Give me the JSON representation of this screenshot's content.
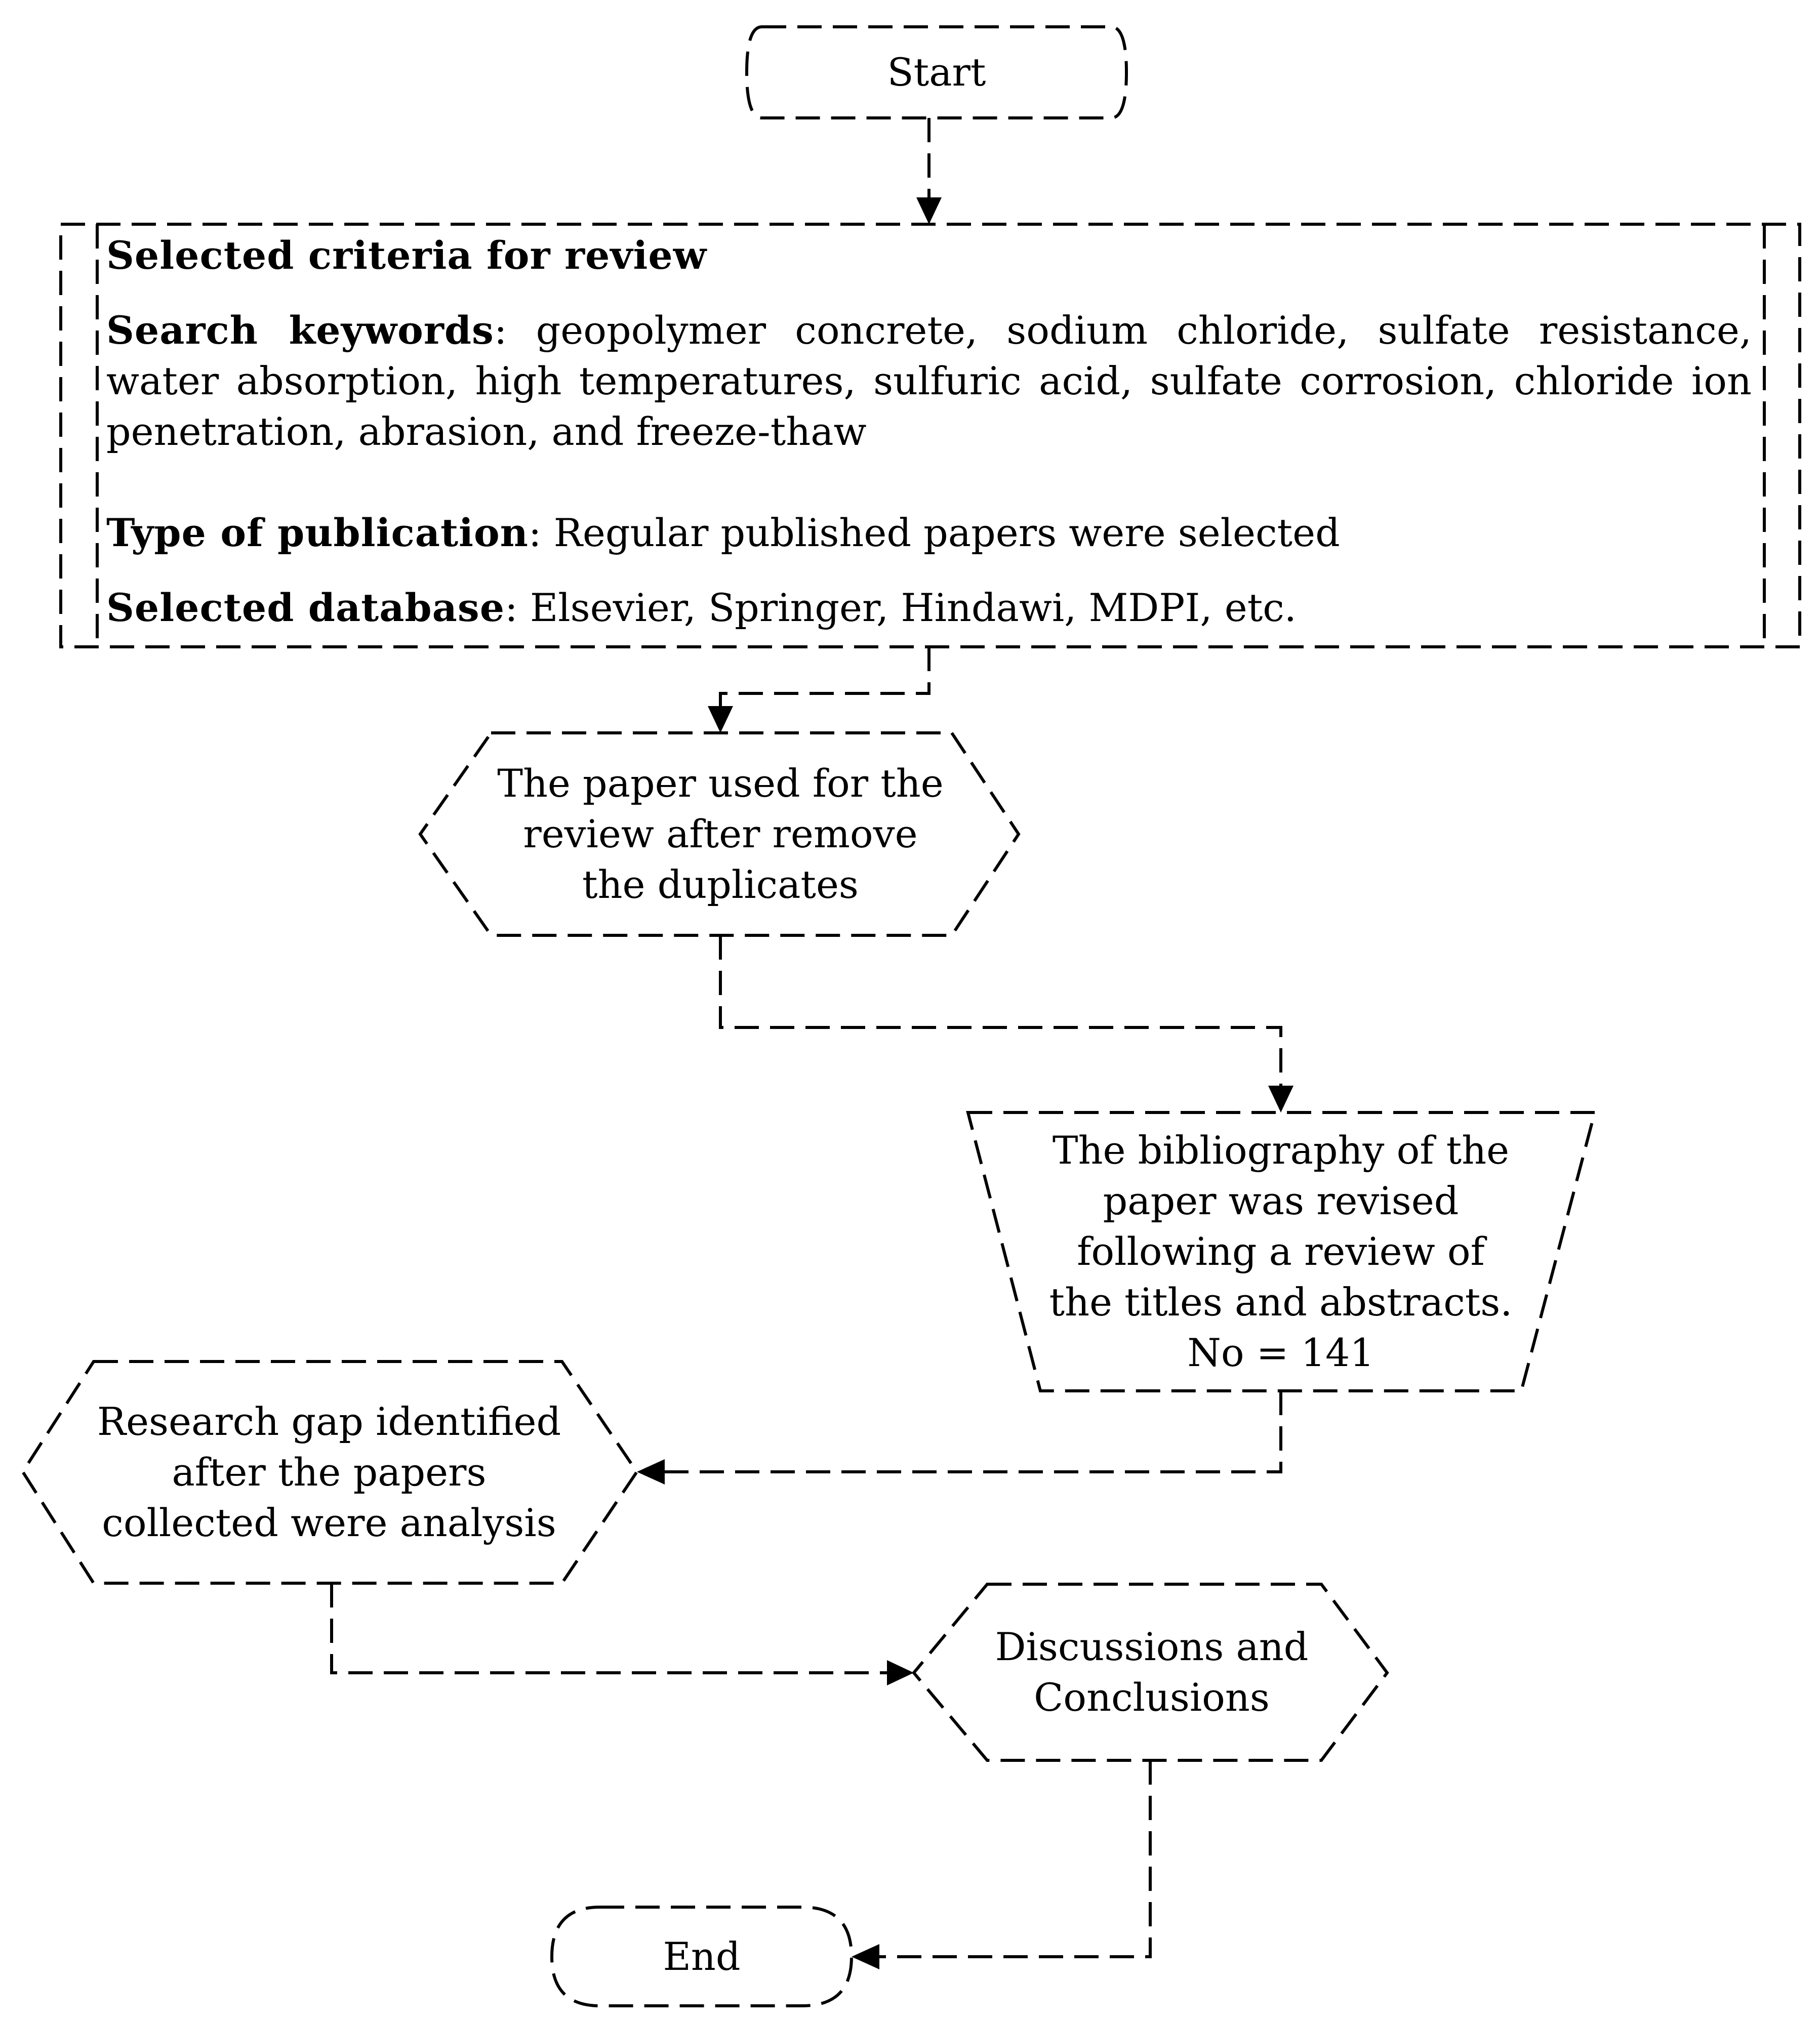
{
  "nodes": {
    "start": {
      "label": "Start"
    },
    "criteria": {
      "heading": "Selected criteria for review",
      "keywords_label": "Search keywords",
      "keywords_text": ": geopolymer concrete, sodium chloride, sulfate resistance, water absorption, high temperatures, sulfuric acid, sulfate corrosion, chloride ion penetration, abrasion, and freeze-thaw",
      "type_label": "Type of publication",
      "type_text": ": Regular published papers were selected",
      "database_label": "Selected database",
      "database_text": ": Elsevier, Springer, Hindawi, MDPI, etc."
    },
    "duplicates": {
      "label": "The paper used for the\nreview after remove\nthe duplicates"
    },
    "bibliography": {
      "label": "The bibliography of the\npaper was revised\nfollowing a review of\nthe titles and abstracts.\nNo = 141"
    },
    "research_gap": {
      "label": "Research gap identified\nafter the papers\ncollected were analysis"
    },
    "discussions": {
      "label": "Discussions and\nConclusions"
    },
    "end": {
      "label": "End"
    }
  }
}
